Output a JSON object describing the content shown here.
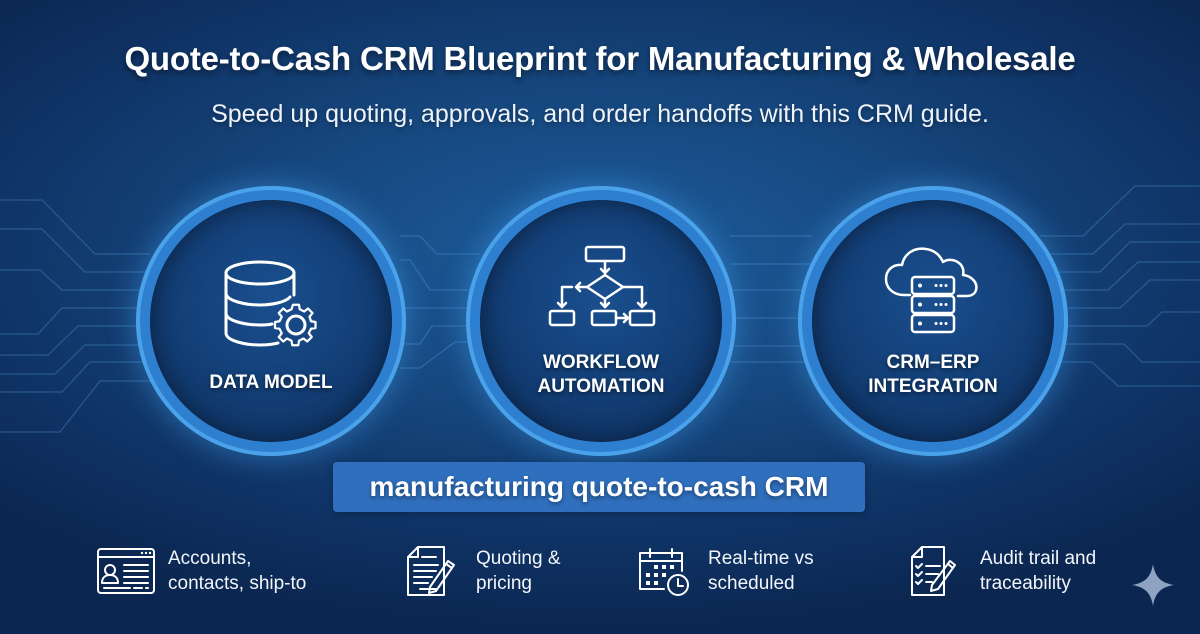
{
  "header": {
    "title": "Quote-to-Cash CRM Blueprint for Manufacturing & Wholesale",
    "subtitle": "Speed up quoting, approvals, and order handoffs with this CRM guide."
  },
  "pillars": [
    {
      "label": "DATA MODEL",
      "icon": "database-gear-icon"
    },
    {
      "label": "WORKFLOW\nAUTOMATION",
      "icon": "flowchart-icon"
    },
    {
      "label": "CRM–ERP\nINTEGRATION",
      "icon": "cloud-server-icon"
    }
  ],
  "keyword_banner": "manufacturing quote-to-cash CRM",
  "features": [
    {
      "text": "Accounts,\ncontacts, ship-to",
      "icon": "contact-card-icon"
    },
    {
      "text": "Quoting &\npricing",
      "icon": "document-pen-icon"
    },
    {
      "text": "Real-time vs\nscheduled",
      "icon": "calendar-clock-icon"
    },
    {
      "text": "Audit trail and\ntraceability",
      "icon": "checklist-pen-icon"
    }
  ],
  "corner_mark": {
    "icon": "sparkle-icon"
  },
  "colors": {
    "background_light": "#1d5c9c",
    "background_dark": "#0b2650",
    "ring": "#4aa3ea",
    "banner": "#2f6fbd",
    "text": "#ffffff"
  }
}
